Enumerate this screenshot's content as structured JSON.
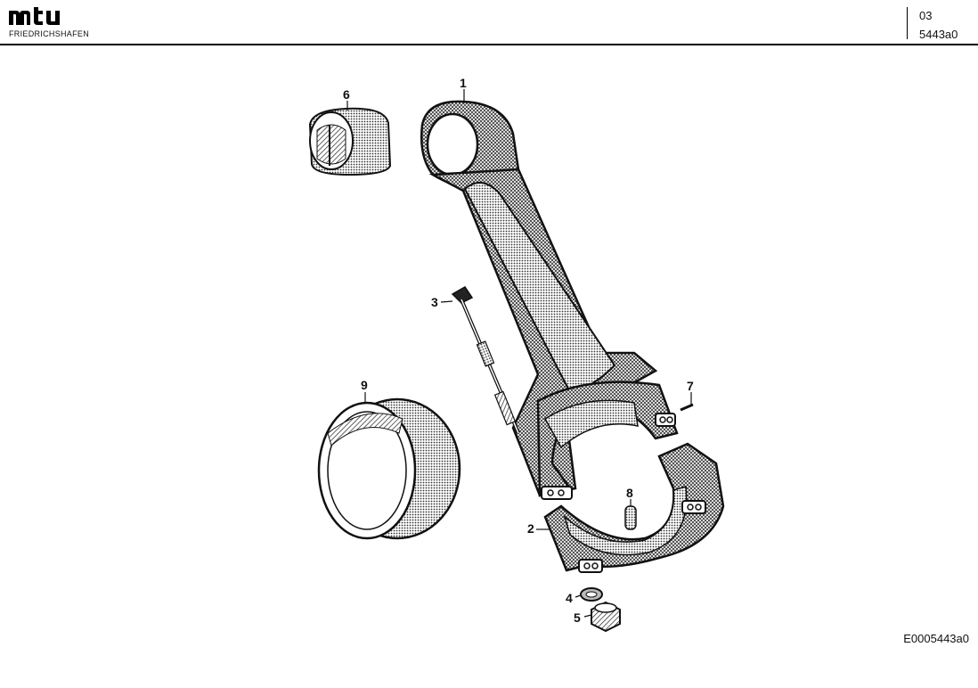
{
  "header": {
    "brand_mark": "mtu",
    "brand_subtitle": "FRIEDRICHSHAFEN",
    "sheet_number": "03",
    "drawing_code": "5443a0"
  },
  "footer": {
    "figure_id": "E0005443a0"
  },
  "callouts": [
    {
      "id": "callout-1",
      "label": "1"
    },
    {
      "id": "callout-2",
      "label": "2"
    },
    {
      "id": "callout-3",
      "label": "3"
    },
    {
      "id": "callout-4",
      "label": "4"
    },
    {
      "id": "callout-5",
      "label": "5"
    },
    {
      "id": "callout-6",
      "label": "6"
    },
    {
      "id": "callout-7",
      "label": "7"
    },
    {
      "id": "callout-8",
      "label": "8"
    },
    {
      "id": "callout-9",
      "label": "9"
    }
  ]
}
